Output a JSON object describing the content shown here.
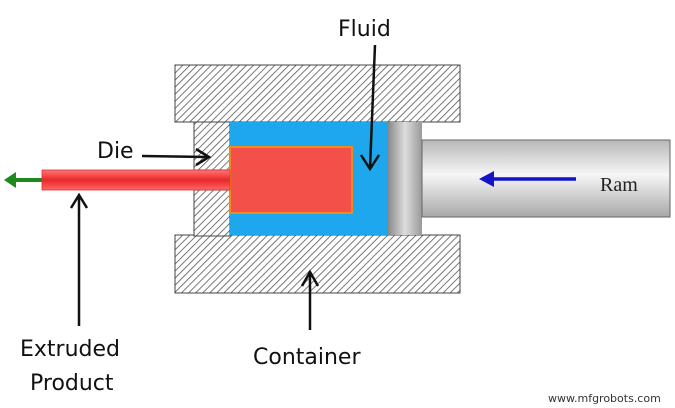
{
  "labels": {
    "fluid": "Fluid",
    "die": "Die",
    "ram": "Ram",
    "extruded_line1": "Extruded",
    "extruded_line2": "Product",
    "container": "Container"
  },
  "watermark": "www.mfgrobots.com",
  "colors": {
    "fluid": "#1ea7ec",
    "billet": "#f4504a",
    "billet_edge": "#f08a1c",
    "rod": "#ee3b3b",
    "exit_arrow": "#1e8a1e",
    "ram_arrow": "#1414c8",
    "hatch": "#555555"
  }
}
